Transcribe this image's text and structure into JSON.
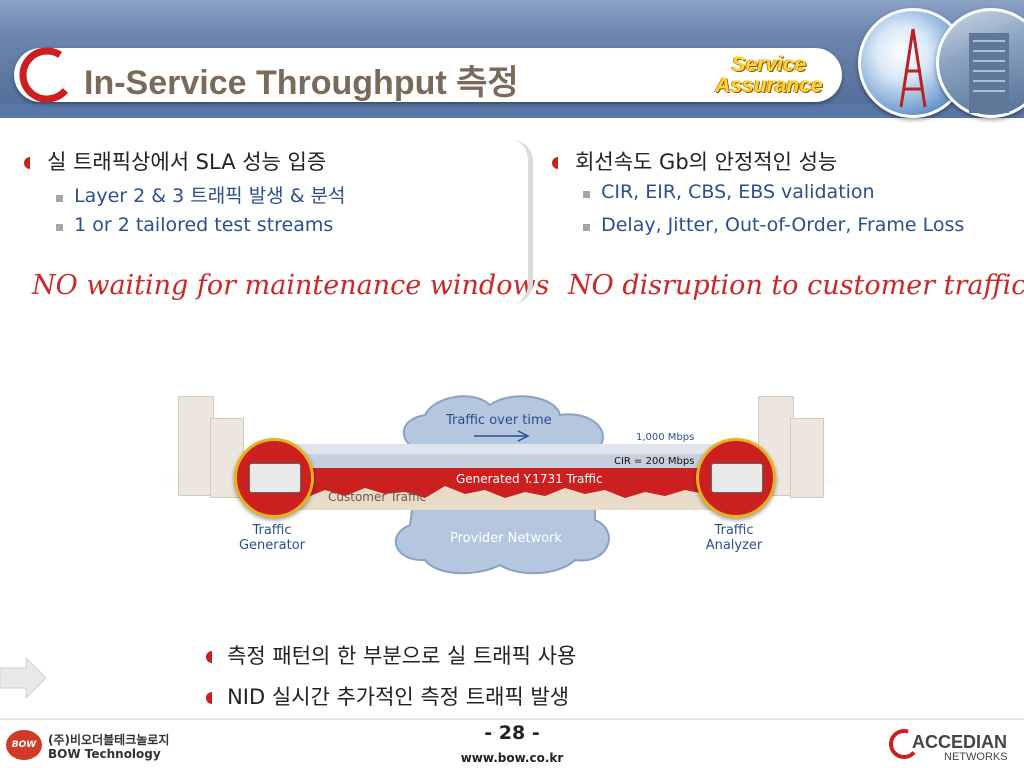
{
  "header": {
    "title": "In-Service Throughput 측정",
    "badge_line1": "Service",
    "badge_line2": "Assurance"
  },
  "left_column": {
    "heading": "실 트래픽상에서 SLA 성능 입증",
    "items": [
      "Layer 2 & 3 트래픽 발생 & 분석",
      "1 or 2 tailored test streams"
    ],
    "handwritten": "NO waiting for maintenance windows"
  },
  "right_column": {
    "heading": "회선속도 Gb의 안정적인 성능",
    "items": [
      "CIR, EIR, CBS, EBS validation",
      "Delay, Jitter, Out-of-Order, Frame Loss"
    ],
    "handwritten": "NO disruption to customer traffic"
  },
  "diagram": {
    "traffic_over_time": "Traffic over time",
    "rate_total": "1,000 Mbps",
    "rate_cir": "CIR = 200 Mbps",
    "generated_traffic": "Generated Y.1731 Traffic",
    "customer_traffic": "Customer Traffic",
    "provider_network": "Provider Network",
    "generator_label_1": "Traffic",
    "generator_label_2": "Generator",
    "analyzer_label_1": "Traffic",
    "analyzer_label_2": "Analyzer"
  },
  "bottom_bullets": [
    "측정 패턴의 한 부분으로 실 트래픽 사용",
    "NID 실시간 추가적인 측정 트래픽 발생"
  ],
  "footer": {
    "page_number": "- 28 -",
    "website": "www.bow.co.kr",
    "company_logo_text": "BOW",
    "company_korean": "(주)비오더블테크놀로지",
    "company_english": "BOW Technology",
    "partner_logo_line1": "ACCEDIAN",
    "partner_logo_line2": "NETWORKS"
  },
  "colors": {
    "header_blue": "#4f6a97",
    "accent_red": "#cc1f1f",
    "text_blue": "#2b4f8f"
  }
}
